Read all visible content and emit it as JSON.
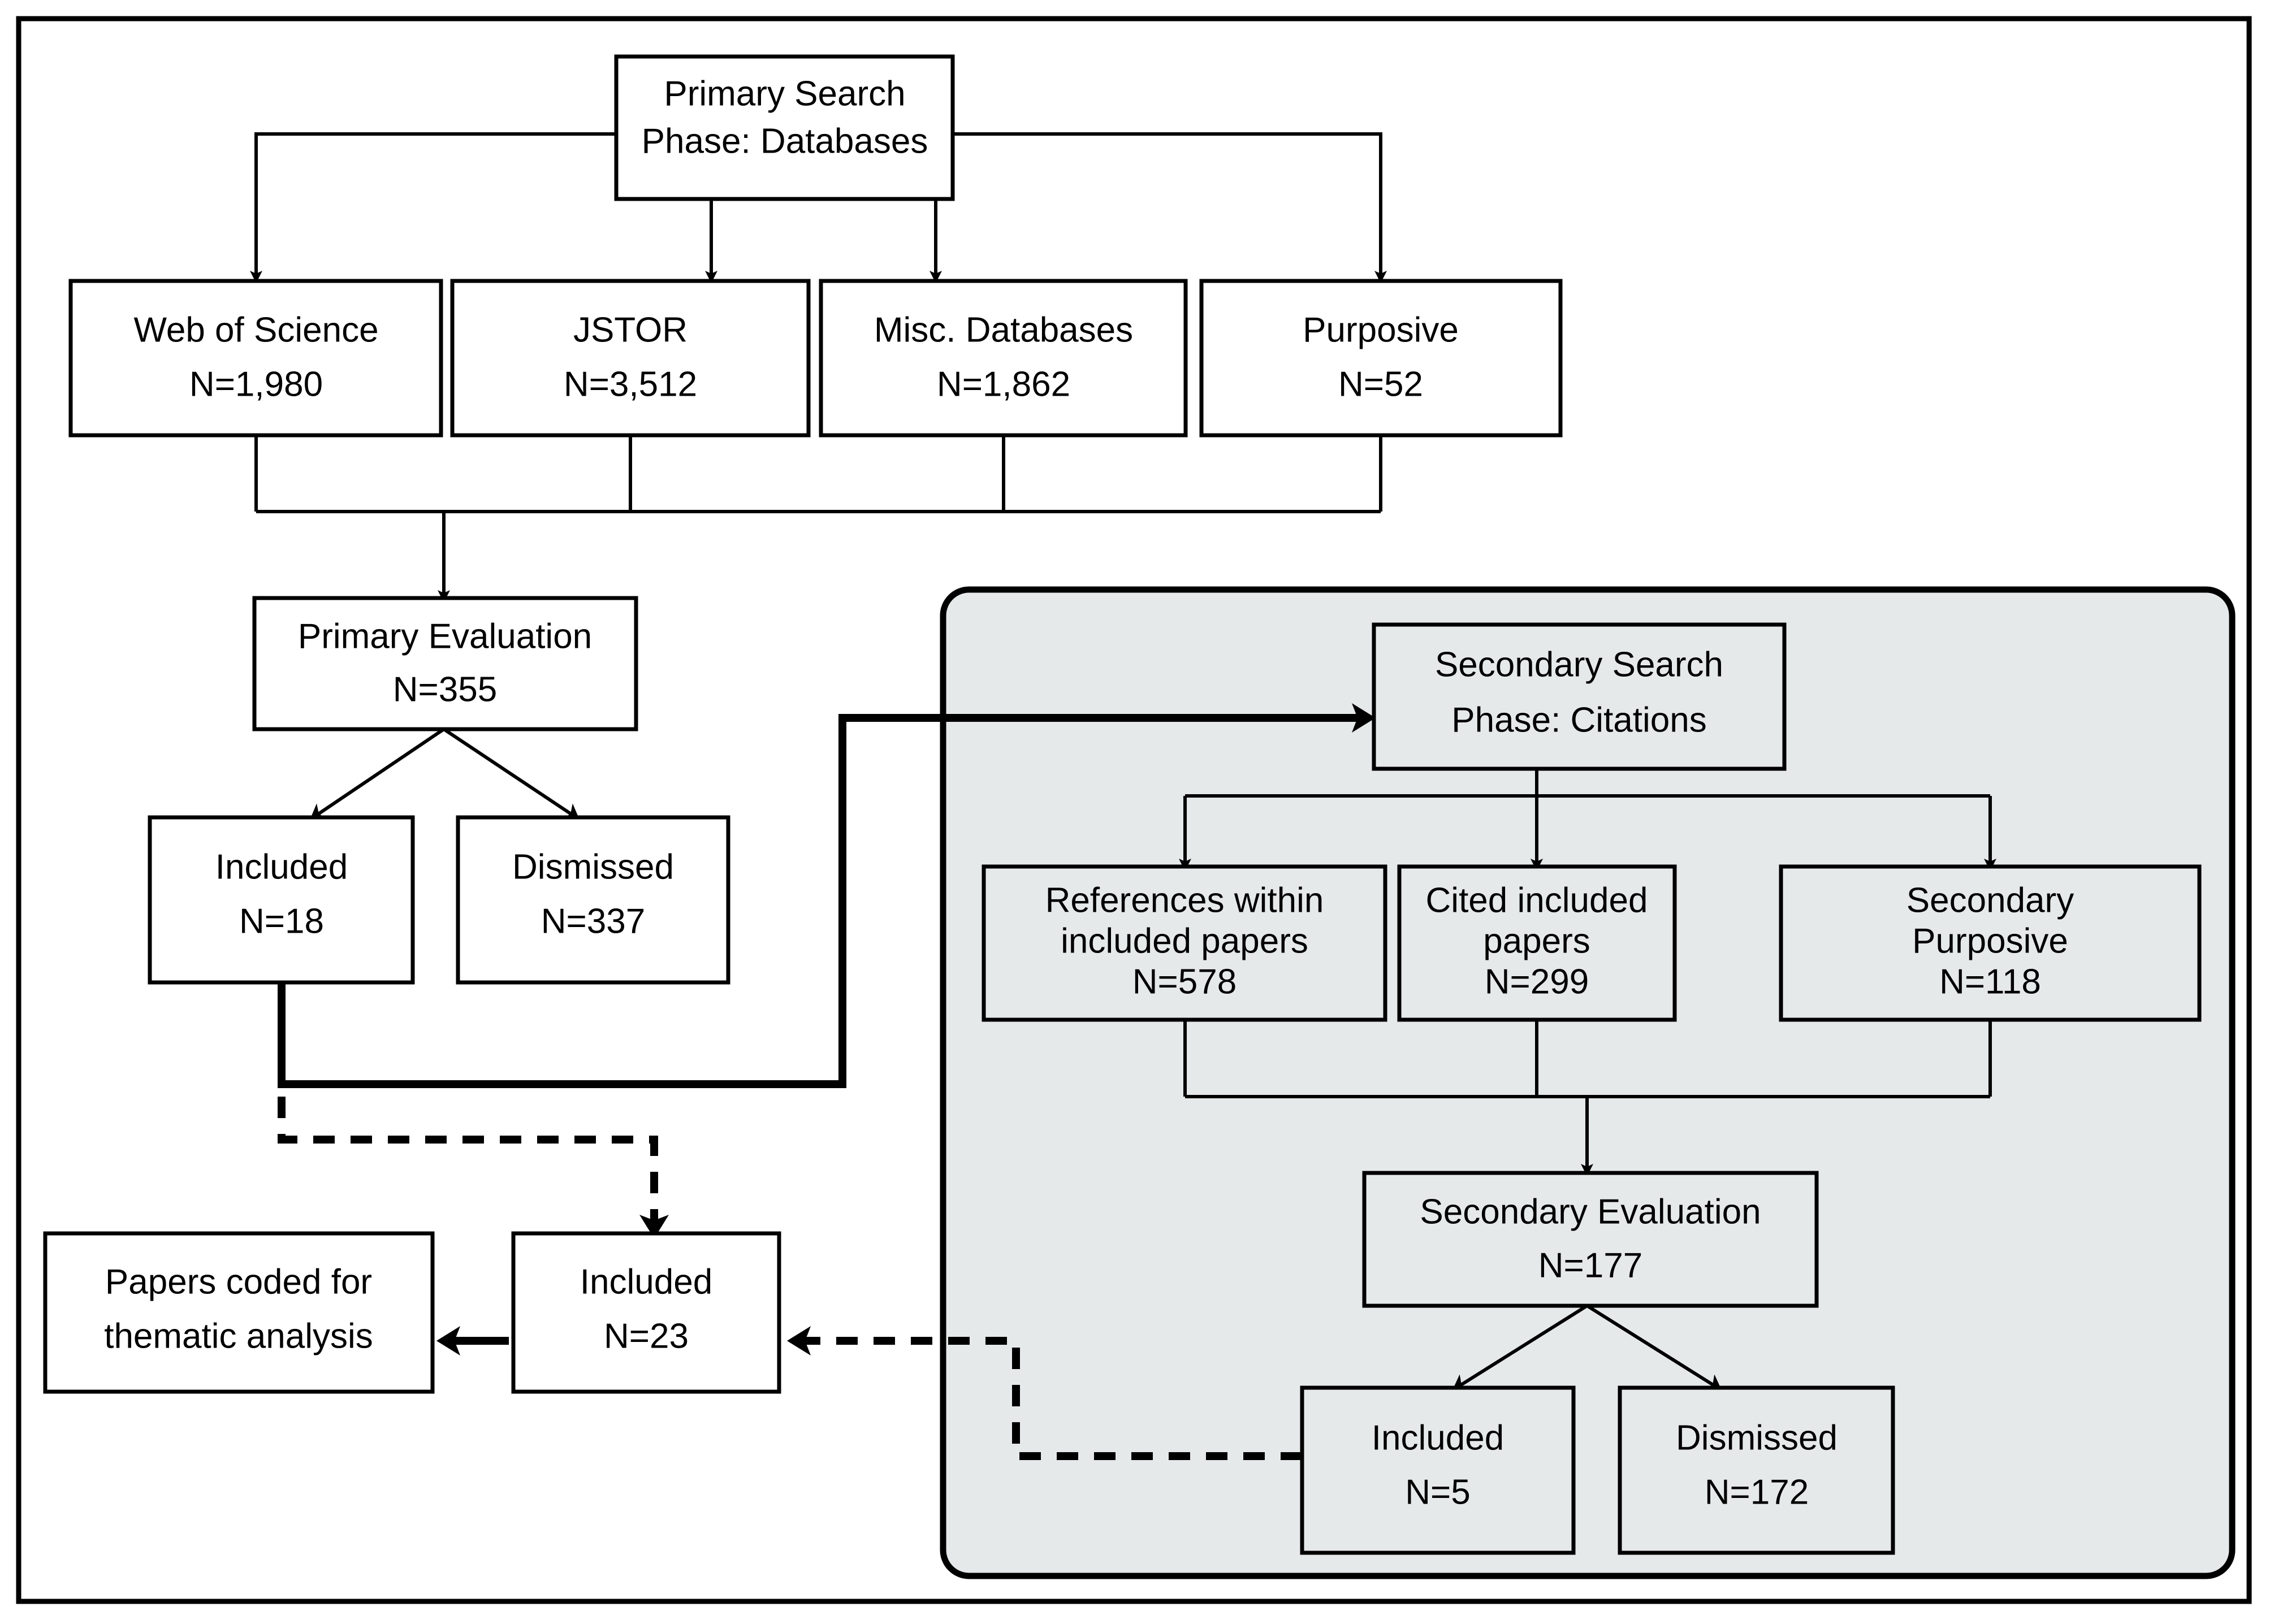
{
  "diagram": {
    "title": "PRISMA-style literature search and screening flowchart",
    "colors": {
      "shaded_region_fill": "#e6e9ea",
      "node_fill": "#ffffff",
      "stroke": "#000000"
    },
    "nodes": {
      "primary_search": {
        "line1": "Primary Search",
        "line2": "Phase: Databases"
      },
      "web_of_science": {
        "line1": "Web of Science",
        "line2": "N=1,980"
      },
      "jstor": {
        "line1": "JSTOR",
        "line2": "N=3,512"
      },
      "misc_databases": {
        "line1": "Misc. Databases",
        "line2": "N=1,862"
      },
      "purposive": {
        "line1": "Purposive",
        "line2": "N=52"
      },
      "primary_evaluation": {
        "line1": "Primary Evaluation",
        "line2": "N=355"
      },
      "primary_included": {
        "line1": "Included",
        "line2": "N=18"
      },
      "primary_dismissed": {
        "line1": "Dismissed",
        "line2": "N=337"
      },
      "secondary_search": {
        "line1": "Secondary Search",
        "line2": "Phase: Citations"
      },
      "references_within": {
        "line1": "References within",
        "line2": "included papers",
        "line3": "N=578"
      },
      "cited_included": {
        "line1": "Cited included",
        "line2": "papers",
        "line3": "N=299"
      },
      "secondary_purposive": {
        "line1": "Secondary",
        "line2": "Purposive",
        "line3": "N=118"
      },
      "secondary_evaluation": {
        "line1": "Secondary Evaluation",
        "line2": "N=177"
      },
      "secondary_included": {
        "line1": "Included",
        "line2": "N=5"
      },
      "secondary_dismissed": {
        "line1": "Dismissed",
        "line2": "N=172"
      },
      "final_included": {
        "line1": "Included",
        "line2": "N=23"
      },
      "papers_coded": {
        "line1": "Papers coded for",
        "line2": "thematic analysis"
      }
    },
    "chart_data": {
      "type": "diagram",
      "title": "Literature search and screening flow",
      "stages": [
        {
          "id": "primary_search",
          "label": "Primary Search Phase: Databases",
          "n": null
        },
        {
          "id": "web_of_science",
          "label": "Web of Science",
          "n": 1980
        },
        {
          "id": "jstor",
          "label": "JSTOR",
          "n": 3512
        },
        {
          "id": "misc_databases",
          "label": "Misc. Databases",
          "n": 1862
        },
        {
          "id": "purposive",
          "label": "Purposive",
          "n": 52
        },
        {
          "id": "primary_evaluation",
          "label": "Primary Evaluation",
          "n": 355
        },
        {
          "id": "primary_included",
          "label": "Included",
          "n": 18
        },
        {
          "id": "primary_dismissed",
          "label": "Dismissed",
          "n": 337
        },
        {
          "id": "secondary_search",
          "label": "Secondary Search Phase: Citations",
          "n": null
        },
        {
          "id": "references_within",
          "label": "References within included papers",
          "n": 578
        },
        {
          "id": "cited_included",
          "label": "Cited included papers",
          "n": 299
        },
        {
          "id": "secondary_purposive",
          "label": "Secondary Purposive",
          "n": 118
        },
        {
          "id": "secondary_evaluation",
          "label": "Secondary Evaluation",
          "n": 177
        },
        {
          "id": "secondary_included",
          "label": "Included",
          "n": 5
        },
        {
          "id": "secondary_dismissed",
          "label": "Dismissed",
          "n": 172
        },
        {
          "id": "final_included",
          "label": "Included",
          "n": 23
        },
        {
          "id": "papers_coded",
          "label": "Papers coded for thematic analysis",
          "n": null
        }
      ],
      "edges": [
        {
          "from": "primary_search",
          "to": "web_of_science",
          "style": "solid"
        },
        {
          "from": "primary_search",
          "to": "jstor",
          "style": "solid"
        },
        {
          "from": "primary_search",
          "to": "misc_databases",
          "style": "solid"
        },
        {
          "from": "primary_search",
          "to": "purposive",
          "style": "solid"
        },
        {
          "from": "web_of_science,jstor,misc_databases,purposive",
          "to": "primary_evaluation",
          "style": "solid"
        },
        {
          "from": "primary_evaluation",
          "to": "primary_included",
          "style": "solid"
        },
        {
          "from": "primary_evaluation",
          "to": "primary_dismissed",
          "style": "solid"
        },
        {
          "from": "primary_included",
          "to": "secondary_search",
          "style": "thick-solid"
        },
        {
          "from": "primary_included",
          "to": "final_included",
          "style": "dashed"
        },
        {
          "from": "secondary_search",
          "to": "references_within",
          "style": "solid"
        },
        {
          "from": "secondary_search",
          "to": "cited_included",
          "style": "solid"
        },
        {
          "from": "secondary_search",
          "to": "secondary_purposive",
          "style": "solid"
        },
        {
          "from": "references_within,cited_included,secondary_purposive",
          "to": "secondary_evaluation",
          "style": "solid"
        },
        {
          "from": "secondary_evaluation",
          "to": "secondary_included",
          "style": "solid"
        },
        {
          "from": "secondary_evaluation",
          "to": "secondary_dismissed",
          "style": "solid"
        },
        {
          "from": "secondary_included",
          "to": "final_included",
          "style": "dashed"
        },
        {
          "from": "final_included",
          "to": "papers_coded",
          "style": "thick-solid"
        }
      ],
      "regions": [
        {
          "id": "secondary-phase-region",
          "label": "Secondary search phase (shaded)",
          "fill": "#e6e9ea"
        }
      ]
    }
  }
}
